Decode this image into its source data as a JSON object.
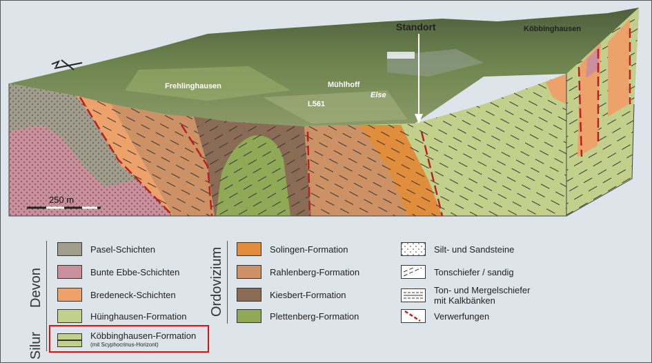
{
  "places": {
    "standort": "Standort",
    "koebbinghausen_top": "Köbbinghausen",
    "frehlinghausen": "Frehlinghausen",
    "muehlhoff": "Mühlhoff",
    "l561": "L561",
    "else": "Else"
  },
  "scale_bar": "250 m",
  "groups": {
    "devon": "Devon",
    "silur": "Silur",
    "ordovizium": "Ordovizium"
  },
  "legend": {
    "col1": [
      {
        "label": "Pasel-Schichten",
        "color": "#a19c8c"
      },
      {
        "label": "Bunte Ebbe-Schichten",
        "color": "#c98f9b"
      },
      {
        "label": "Bredeneck-Schichten",
        "color": "#eda16b"
      },
      {
        "label": "Hüinghausen-Formation",
        "color": "#c3d08c"
      }
    ],
    "koebb": {
      "label": "Köbbinghausen-Formation",
      "sublabel": "(mit Scyphocrinus-Horizont)",
      "color": "#c3d08c"
    },
    "col2": [
      {
        "label": "Solingen-Formation",
        "color": "#e08e3c"
      },
      {
        "label": "Rahlenberg-Formation",
        "color": "#cc9266"
      },
      {
        "label": "Kiesbert-Formation",
        "color": "#8a6c55"
      },
      {
        "label": "Plettenberg-Formation",
        "color": "#8fa957"
      }
    ],
    "col3": [
      {
        "label": "Silt- und Sandsteine",
        "icon": "dotted-pattern-icon"
      },
      {
        "label": "Tonschiefer / sandig",
        "icon": "dashed-lines-icon"
      },
      {
        "label": "Ton- und Mergelschiefer",
        "label2": "mit Kalkbänken",
        "icon": "marl-pattern-icon"
      },
      {
        "label": "Verwerfungen",
        "icon": "fault-line-icon"
      }
    ]
  }
}
